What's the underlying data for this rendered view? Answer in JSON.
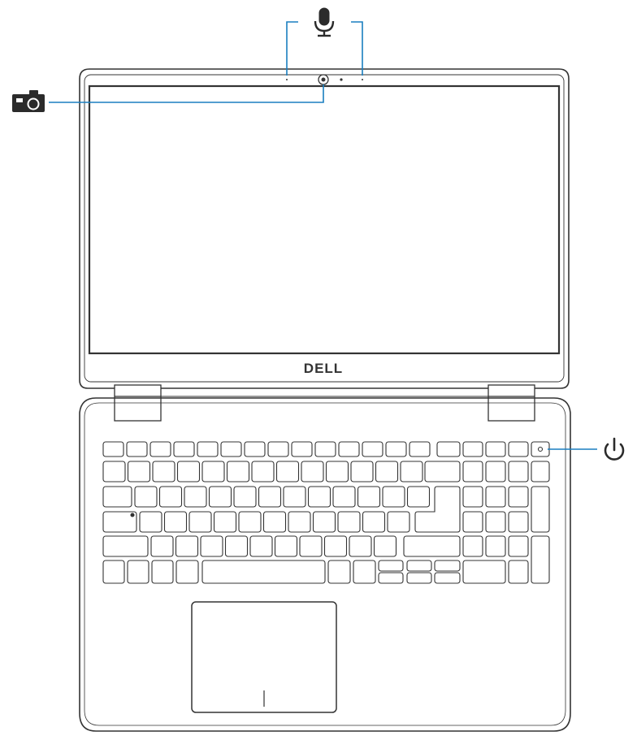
{
  "logo": {
    "text": "DELL"
  },
  "callouts": [
    {
      "id": "microphones",
      "icon": "microphone-icon"
    },
    {
      "id": "camera",
      "icon": "camera-icon"
    },
    {
      "id": "power-button",
      "icon": "power-icon"
    }
  ],
  "colors": {
    "outline": "#333333",
    "callout_line": "#1a7fc0",
    "icon": "#2b2b2b",
    "screen_bg": "#ffffff"
  }
}
